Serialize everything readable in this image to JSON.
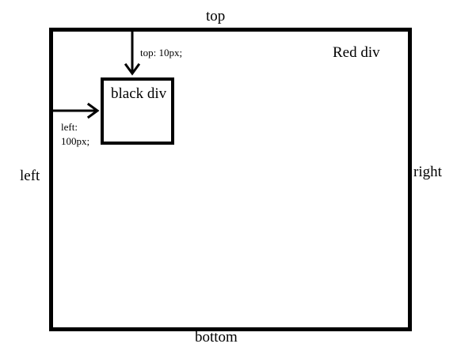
{
  "diagram": {
    "labels": {
      "top": "top",
      "left": "left",
      "right": "right",
      "bottom": "bottom"
    },
    "outer_box": {
      "label": "Red div"
    },
    "inner_box": {
      "label": "black div"
    },
    "annotations": {
      "top_offset": "top: 10px;",
      "left_offset_line1": "left:",
      "left_offset_line2": "100px;"
    },
    "colors": {
      "stroke": "#000000",
      "background": "#ffffff"
    },
    "icons": {
      "down_arrow": "down-arrow",
      "right_arrow": "right-arrow"
    }
  }
}
